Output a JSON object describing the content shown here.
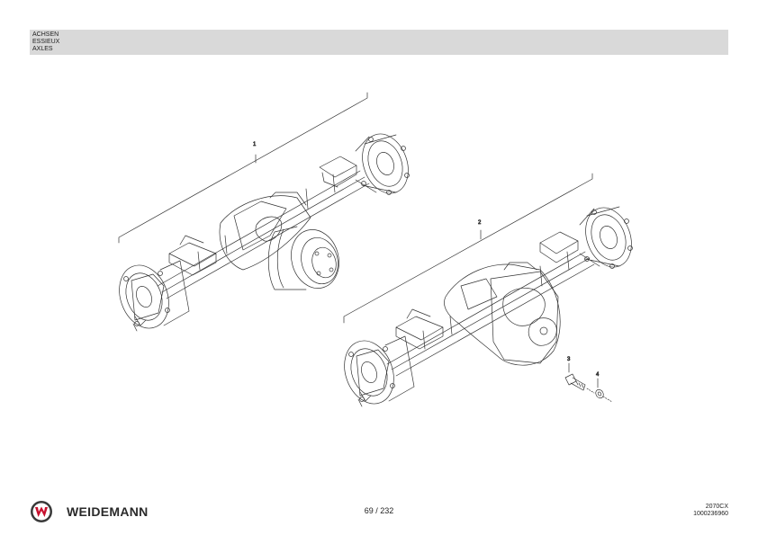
{
  "header": {
    "lines": [
      "ACHSEN",
      "ESSIEUX",
      "AXLES"
    ]
  },
  "callouts": [
    "1",
    "2",
    "3",
    "4"
  ],
  "footer": {
    "brand": "WEIDEMANN",
    "page": "69 / 232",
    "model": "2070CX",
    "part_number": "1000236960"
  },
  "colors": {
    "header_band": "#d9d9d9",
    "logo_red": "#c8102e",
    "logo_dark": "#3a3a3a"
  }
}
